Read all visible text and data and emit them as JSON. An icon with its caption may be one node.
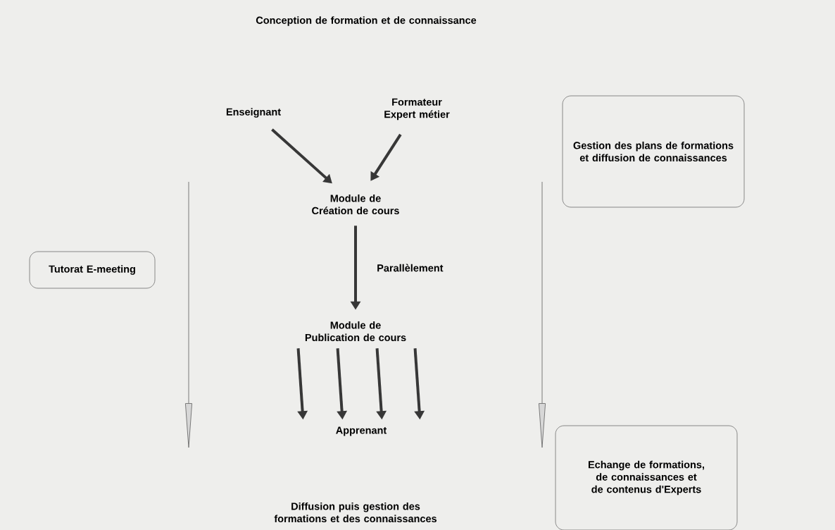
{
  "diagram": {
    "title": "Conception de formation et de connaissance",
    "nodes": [
      {
        "text": [
          "Enseignant"
        ]
      },
      {
        "text": [
          "Formateur Expert métier"
        ]
      },
      {
        "text": [
          "Gestion des plans de formations et diffusion de connaissances"
        ]
      },
      {
        "text": [
          "Module de Création de cours"
        ]
      },
      {
        "text": [
          "Tutorat E-meeting"
        ]
      },
      {
        "text": [
          "Module de Publication de cours"
        ]
      },
      {
        "text": [
          "Apprenant"
        ]
      },
      {
        "text": [
          "Echange de formations, de connaissances et de contenus d'Experts"
        ]
      }
    ],
    "edges": [
      {
        "from": 0,
        "to": 3,
        "arrow": "to"
      },
      {
        "from": 1,
        "to": 3,
        "arrow": "to"
      },
      {
        "from": 3,
        "to": 5,
        "arrow": "to",
        "label": "Parallèlement"
      },
      {
        "from": 5,
        "to": 6,
        "arrow": "to"
      },
      {
        "from": 5,
        "to": 6,
        "arrow": "to"
      },
      {
        "from": 5,
        "to": 6,
        "arrow": "to"
      },
      {
        "from": 5,
        "to": 6,
        "arrow": "to"
      }
    ],
    "labels": [
      "Diffusion puis gestion des formations et des connaissances"
    ]
  }
}
